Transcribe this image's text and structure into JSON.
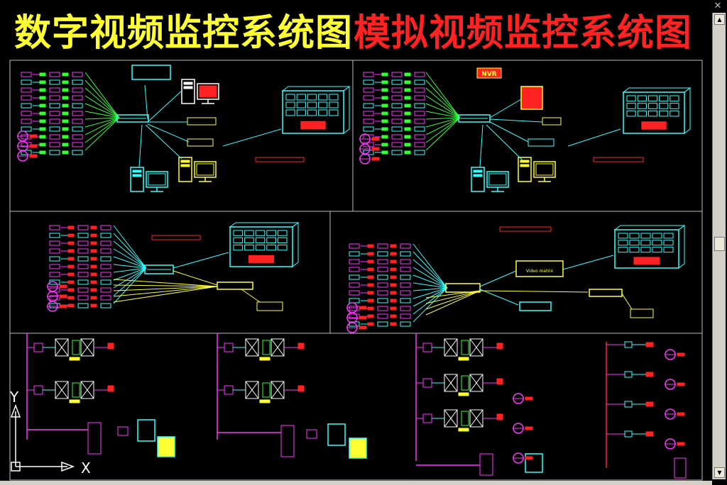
{
  "titles": {
    "digital": "数字视频监控系统图",
    "analog": "模拟视频监控系统图"
  },
  "device_labels": {
    "nvr": "NVR",
    "video_matrix": "Video matrix"
  },
  "axes": {
    "y": "Y",
    "x": "X"
  },
  "window": {
    "close": "✕"
  },
  "colors": {
    "title_digital": "#ffff33",
    "title_analog": "#ff2222",
    "cyan": "#33ffff",
    "yellow": "#ffff33",
    "magenta": "#ff33ff",
    "green": "#33ff33",
    "red": "#ff2222",
    "frame": "#cccccc"
  }
}
